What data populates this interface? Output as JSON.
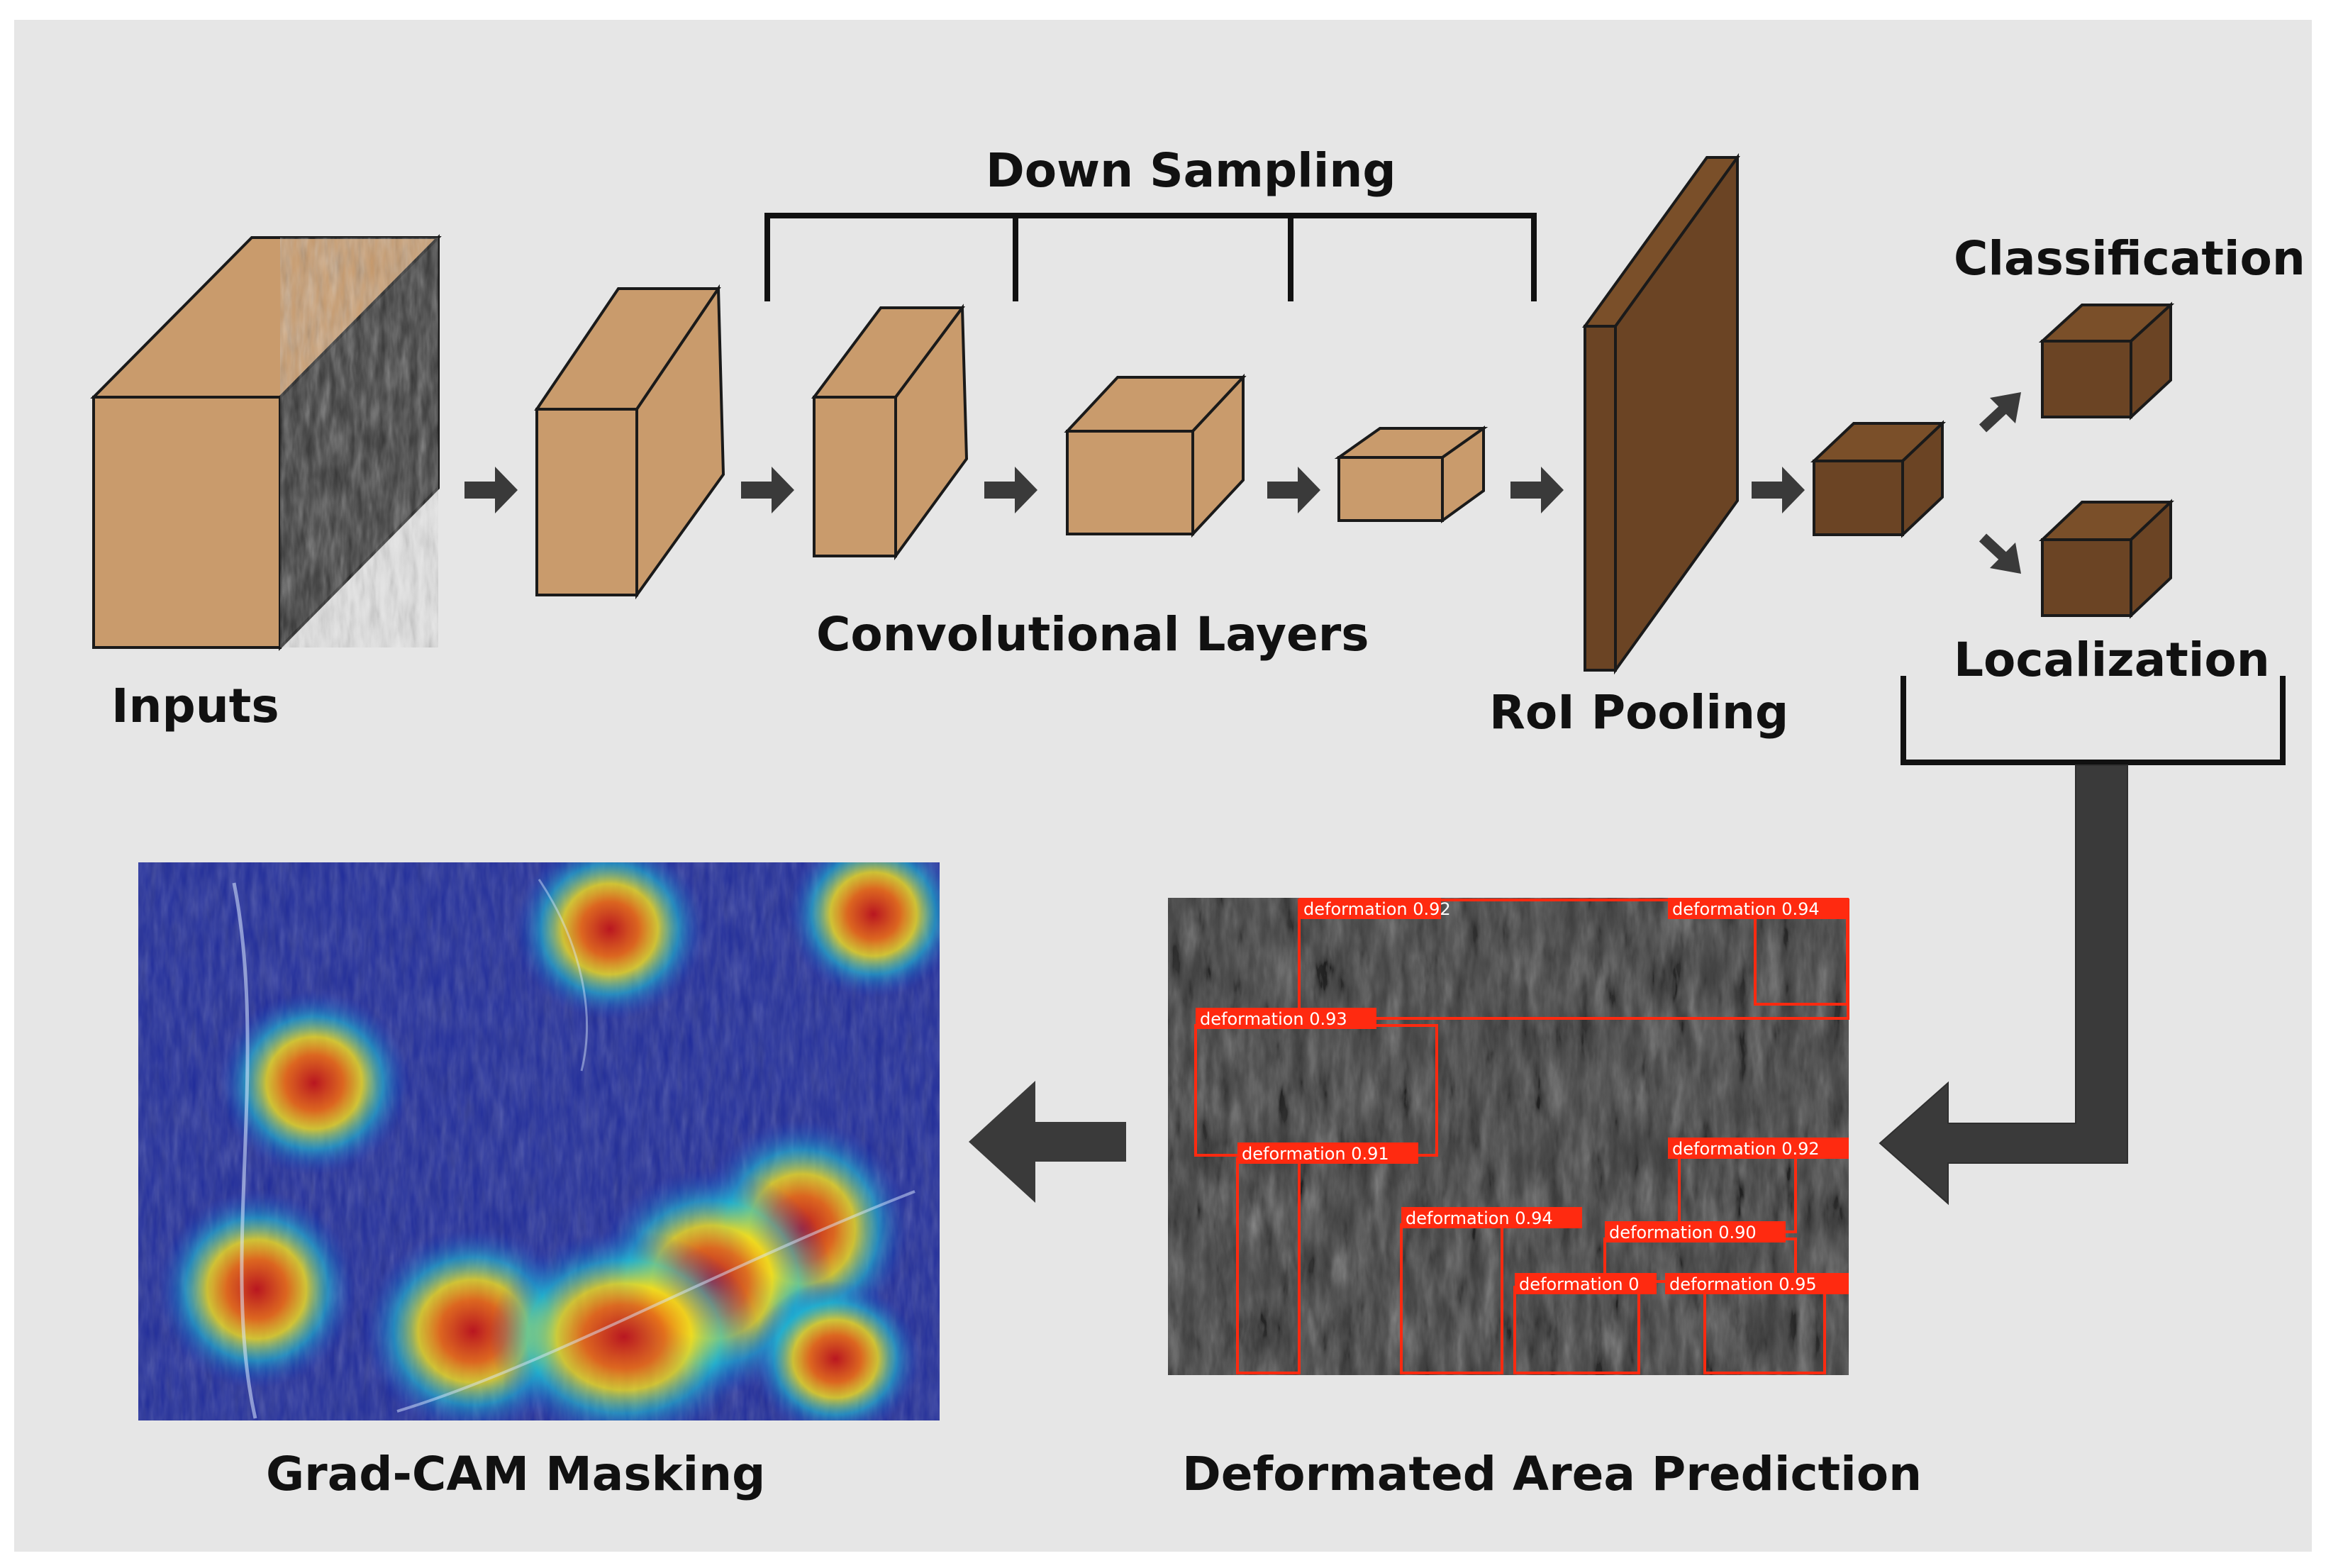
{
  "labels": {
    "down_sampling": "Down Sampling",
    "classification": "Classification",
    "inputs": "Inputs",
    "conv_layers": "Convolutional Layers",
    "roi_pooling": "RoI Pooling",
    "localization": "Localization",
    "gradcam": "Grad-CAM Masking",
    "prediction": "Deformated Area Prediction"
  },
  "detections": [
    "deformation 0.92",
    "deformation 0.94",
    "deformation 0.93",
    "deformation 0.91",
    "deformation 0.92",
    "deformation 0.94",
    "deformation 0.90",
    "deformation 0",
    "deformation 0.95"
  ],
  "colors": {
    "background": "#e6e6e6",
    "feature_map_light": "#c99b6c",
    "feature_map_dark": "#6b4424",
    "arrow": "#3a3a3a",
    "detection_box": "#ff2a10"
  }
}
